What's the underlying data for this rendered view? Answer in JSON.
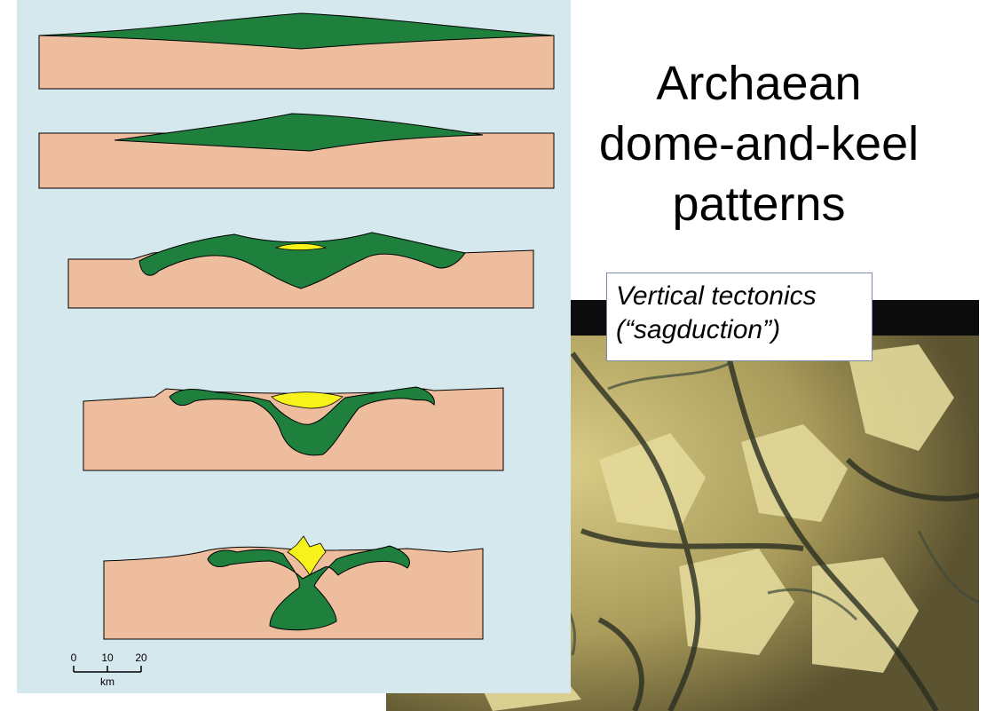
{
  "title": {
    "line1": "Archaean",
    "line2": "dome-and-keel",
    "line3": "patterns"
  },
  "caption": {
    "line1": "Vertical tectonics",
    "line2": "(“sagduction”)"
  },
  "scale_bar": {
    "ticks": [
      "0",
      "10",
      "20"
    ],
    "unit": "km"
  },
  "colors": {
    "panel_background": "#d5e8ee",
    "crust": "#eebd9e",
    "greenstone": "#1f7f3c",
    "sediment": "#f7f21a"
  }
}
